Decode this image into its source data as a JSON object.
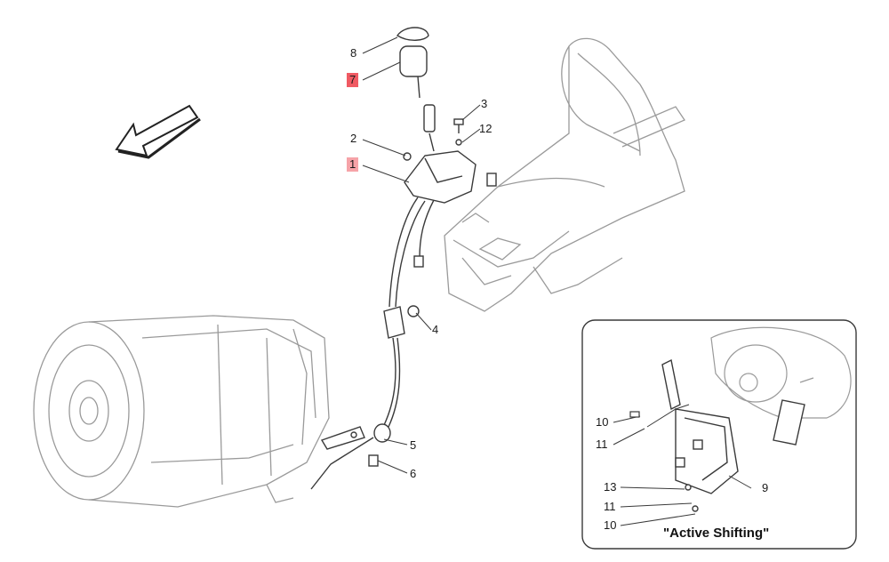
{
  "labels": {
    "p1": "1",
    "p2": "2",
    "p3": "3",
    "p4": "4",
    "p5": "5",
    "p6": "6",
    "p7": "7",
    "p8": "8",
    "p9": "9",
    "p10a": "10",
    "p10b": "10",
    "p11a": "11",
    "p11b": "11",
    "p12": "12",
    "p13": "13"
  },
  "inset": {
    "title": "\"Active Shifting\""
  },
  "colors": {
    "line": "#3a3a3a",
    "faint": "#9a9a9a",
    "highlight_strong": "#f05a63",
    "highlight_soft": "#f6a3a8"
  },
  "icons": {
    "direction": "arrow-left-down-icon"
  }
}
